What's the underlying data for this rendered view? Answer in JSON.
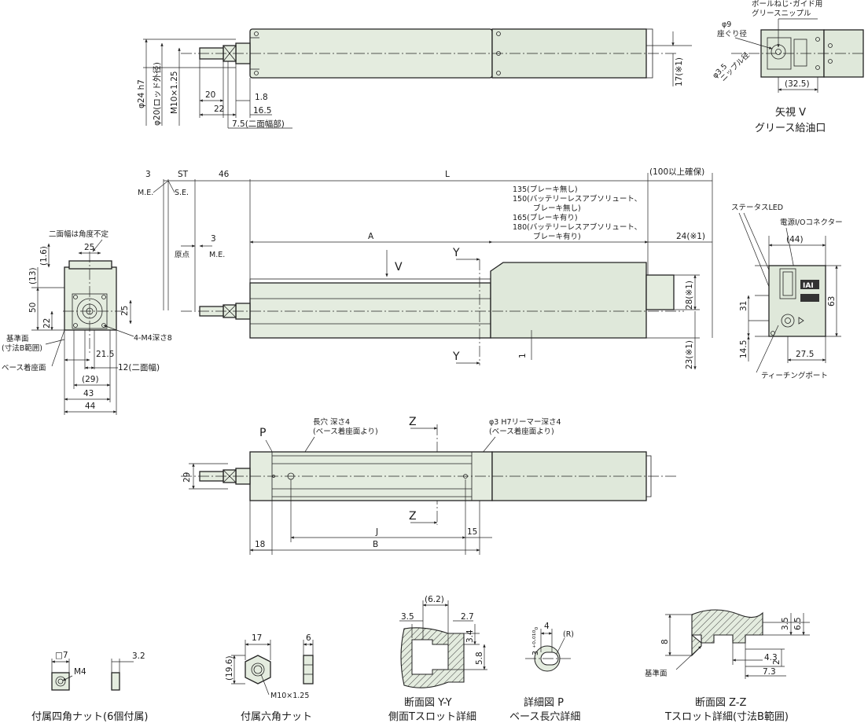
{
  "top_view": {
    "dims": {
      "rod_dia": "φ24 h7",
      "rod_outer": "φ20(ロッド外径)",
      "thread": "M10×1.25",
      "d20": "20",
      "d22": "22",
      "d1_8": "1.8",
      "d16_5": "16.5",
      "flat_width": "7.5(二面幅部)",
      "d17": "17(※1)"
    }
  },
  "view_v": {
    "callout_grease": "ボールねじ･ガイド用\nグリースニップル",
    "phi9": "φ9",
    "counterbore": "座ぐり径",
    "phi3_5": "φ3.5",
    "nipple": "ニップル径",
    "d32_5": "(32.5)",
    "title": "矢視 V",
    "subtitle": "グリース給油口"
  },
  "side_view": {
    "d3": "3",
    "st": "ST",
    "d46": "46",
    "L": "L",
    "d100": "(100以上確保)",
    "me": "M.E.",
    "se": "S.E.",
    "origin": "原点",
    "d3b": "3",
    "me2": "M.E.",
    "brake_notes": [
      "135(ブレーキ無し)",
      "150(バッテリーレスアブソリュート、",
      "ブレーキ無し)",
      "165(ブレーキ有り)",
      "180(バッテリーレスアブソリュート、",
      "ブレーキ有り)"
    ],
    "A": "A",
    "d24": "24(※1)",
    "Y": "Y",
    "V": "V",
    "d28": "28(※1)",
    "d1": "1",
    "d23": "23(※1)"
  },
  "front_view": {
    "note": "二面幅は角度不定",
    "d1_6": "(1.6)",
    "d13": "(13)",
    "d25": "25",
    "d50": "50",
    "d22": "22",
    "d25b": "25",
    "tap": "4-M4深さ8",
    "ref_face": "基準面",
    "range_b": "(寸法B範囲)",
    "base_face": "ベース着座面",
    "d21_5": "21.5",
    "d12": "12(二面幅)",
    "d29": "(29)",
    "d43": "43",
    "d44": "44"
  },
  "right_view": {
    "status_led": "ステータスLED",
    "power_io": "電源I/Oコネクター",
    "d44": "(44)",
    "d31": "31",
    "d63": "63",
    "d14_5": "14.5",
    "d27_5": "27.5",
    "teaching": "ティーチングポート",
    "logo": "IAI"
  },
  "bottom_view": {
    "P": "P",
    "slot_note": "長穴 深さ4",
    "slot_note2": "(ベース着座面より)",
    "Z": "Z",
    "pin_note": "φ3 H7リーマー深さ4",
    "pin_note2": "(ベース着座面より)",
    "d29": "29",
    "J": "J",
    "d15": "15",
    "d18": "18",
    "B": "B"
  },
  "details": {
    "square_nut": {
      "d7": "□7",
      "m4": "M4",
      "d3_2": "3.2",
      "caption": "付属四角ナット(6個付属)"
    },
    "hex_nut": {
      "d17": "17",
      "d6": "6",
      "d19_6": "(19.6)",
      "thread": "M10×1.25",
      "caption": "付属六角ナット"
    },
    "section_yy": {
      "d6_2": "(6.2)",
      "d3_5": "3.5",
      "d2_7": "2.7",
      "d3_4": "3.4",
      "d5_8": "5.8",
      "caption1": "断面図 Y-Y",
      "caption2": "側面Tスロット詳細"
    },
    "detail_p": {
      "tol": "3 ⁺⁰·⁰¹⁰₀",
      "d4": "4",
      "R": "(R)",
      "caption1": "詳細図 P",
      "caption2": "ベース長穴詳細"
    },
    "section_zz": {
      "d3_5": "3.5",
      "d6_5": "6.5",
      "d8": "8",
      "d4_3": "4.3",
      "d2": "2",
      "d7_3": "7.3",
      "ref": "基準面",
      "caption1": "断面図 Z-Z",
      "caption2": "Tスロット詳細(寸法B範囲)"
    }
  }
}
